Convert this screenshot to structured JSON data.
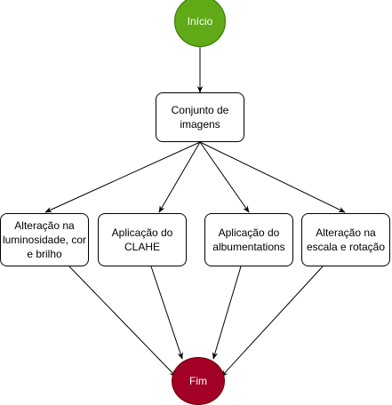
{
  "nodes": {
    "start": {
      "label": "Início",
      "fill": "#60a917",
      "stroke": "#2d7600",
      "text_color": "#ffffff"
    },
    "dataset": {
      "label": "Conjunto de\nimagens"
    },
    "brightness": {
      "label": "Alteração na\nluminosidade, cor\ne brilho"
    },
    "clahe": {
      "label": "Aplicação do\nCLAHE"
    },
    "albumentations": {
      "label": "Aplicação do\nalbumentations"
    },
    "scale_rotation": {
      "label": "Alteração na\nescala e rotação"
    },
    "end": {
      "label": "Fim",
      "fill": "#a20025",
      "stroke": "#6f0000",
      "text_color": "#ffffff"
    }
  },
  "edges": [
    {
      "from": "start",
      "to": "dataset"
    },
    {
      "from": "dataset",
      "to": "brightness"
    },
    {
      "from": "dataset",
      "to": "clahe"
    },
    {
      "from": "dataset",
      "to": "albumentations"
    },
    {
      "from": "dataset",
      "to": "scale_rotation"
    },
    {
      "from": "brightness",
      "to": "end"
    },
    {
      "from": "clahe",
      "to": "end"
    },
    {
      "from": "albumentations",
      "to": "end"
    },
    {
      "from": "scale_rotation",
      "to": "end"
    }
  ],
  "colors": {
    "edge": "#000000",
    "process_stroke": "#000000",
    "process_fill": "#ffffff"
  }
}
